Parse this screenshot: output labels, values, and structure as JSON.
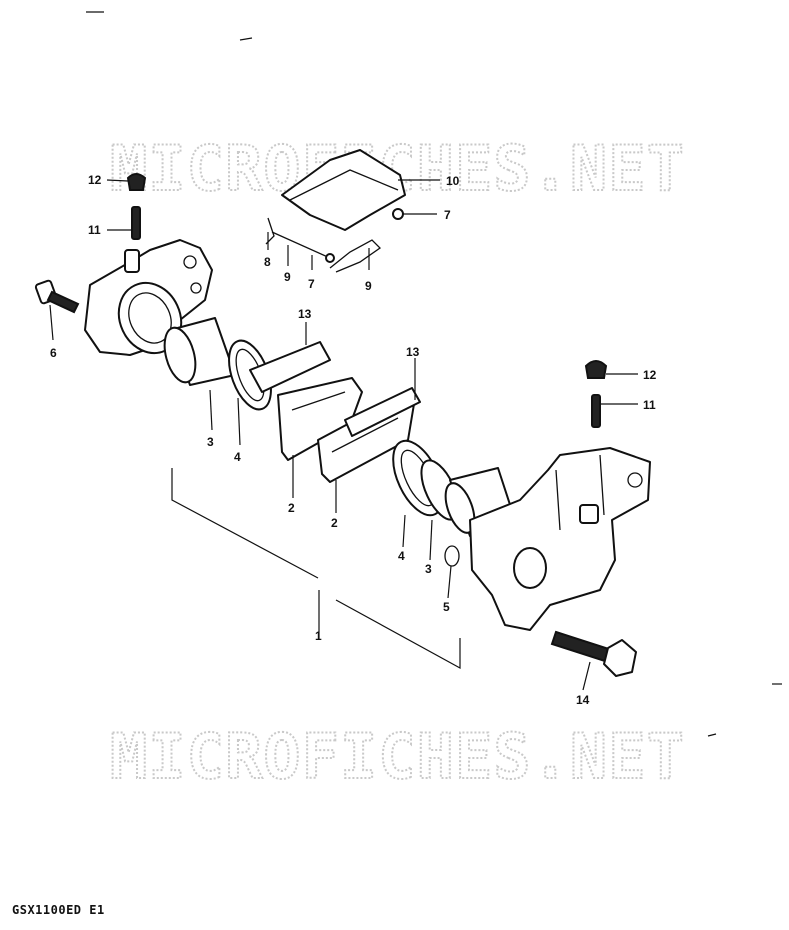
{
  "watermark": "MICROFICHES.NET",
  "model_code": "GSX1100ED E1",
  "callouts": {
    "c12a": "12",
    "c11a": "11",
    "c6": "6",
    "c10": "10",
    "c7a": "7",
    "c8": "8",
    "c9a": "9",
    "c7b": "7",
    "c9b": "9",
    "c13a": "13",
    "c3a": "3",
    "c4a": "4",
    "c2a": "2",
    "c13b": "13",
    "c2b": "2",
    "c12b": "12",
    "c11b": "11",
    "c4b": "4",
    "c3b": "3",
    "c5": "5",
    "c1": "1",
    "c14": "14"
  }
}
